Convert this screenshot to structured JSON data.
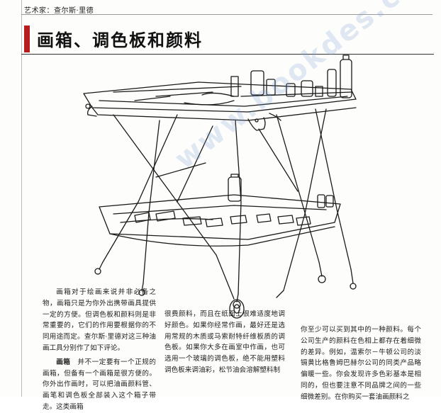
{
  "header": {
    "artist_label": "艺术家：查尔斯·里德"
  },
  "title": "画箱、调色板和颜料",
  "watermark": "www.bookdes.com",
  "body": {
    "col1_para1": "画箱对于绘画来说并非必备之物，画箱只是为你外出携带画具提供一定的方便。但调色板和颜料则是非常重要的，它们的作用要根据你的不同用途而定。查尔斯·里德对这三种油画工具分别作了如下评论。",
    "col1_para2_term": "画箱",
    "col1_para2_text": "并不一定要有一个正规的画箱，但备有一个画箱是很方便的。你外出作画时，可以把油画颜料管、画笔和调色板全部装入这个箱子带走。这类画箱",
    "col2_text": "很费颜料，而且在纸面上很难适度地调好颜色。如果你经常作画，最好还是选用常规的木质或马索耐特纤维板质的调色板。如果你大多在画室中作画，也可选用一个玻璃的调色板，绝不能用塑料调色板来调油彩，松节油会溶解塑料制",
    "col3_text": "你至少可以买到其中的一种颜料。每个公司生产的颜料在色相上都存在着细微的差异。例如，温索尔－牛顿公司的淡镉黄比格鲁姆巴赫尔公司的同类产品略偏暖一些。你会发现许多色彩基本是相同的，但也要注意不同品牌之间的一些细微差别。在你购买一套油画颜料之"
  }
}
